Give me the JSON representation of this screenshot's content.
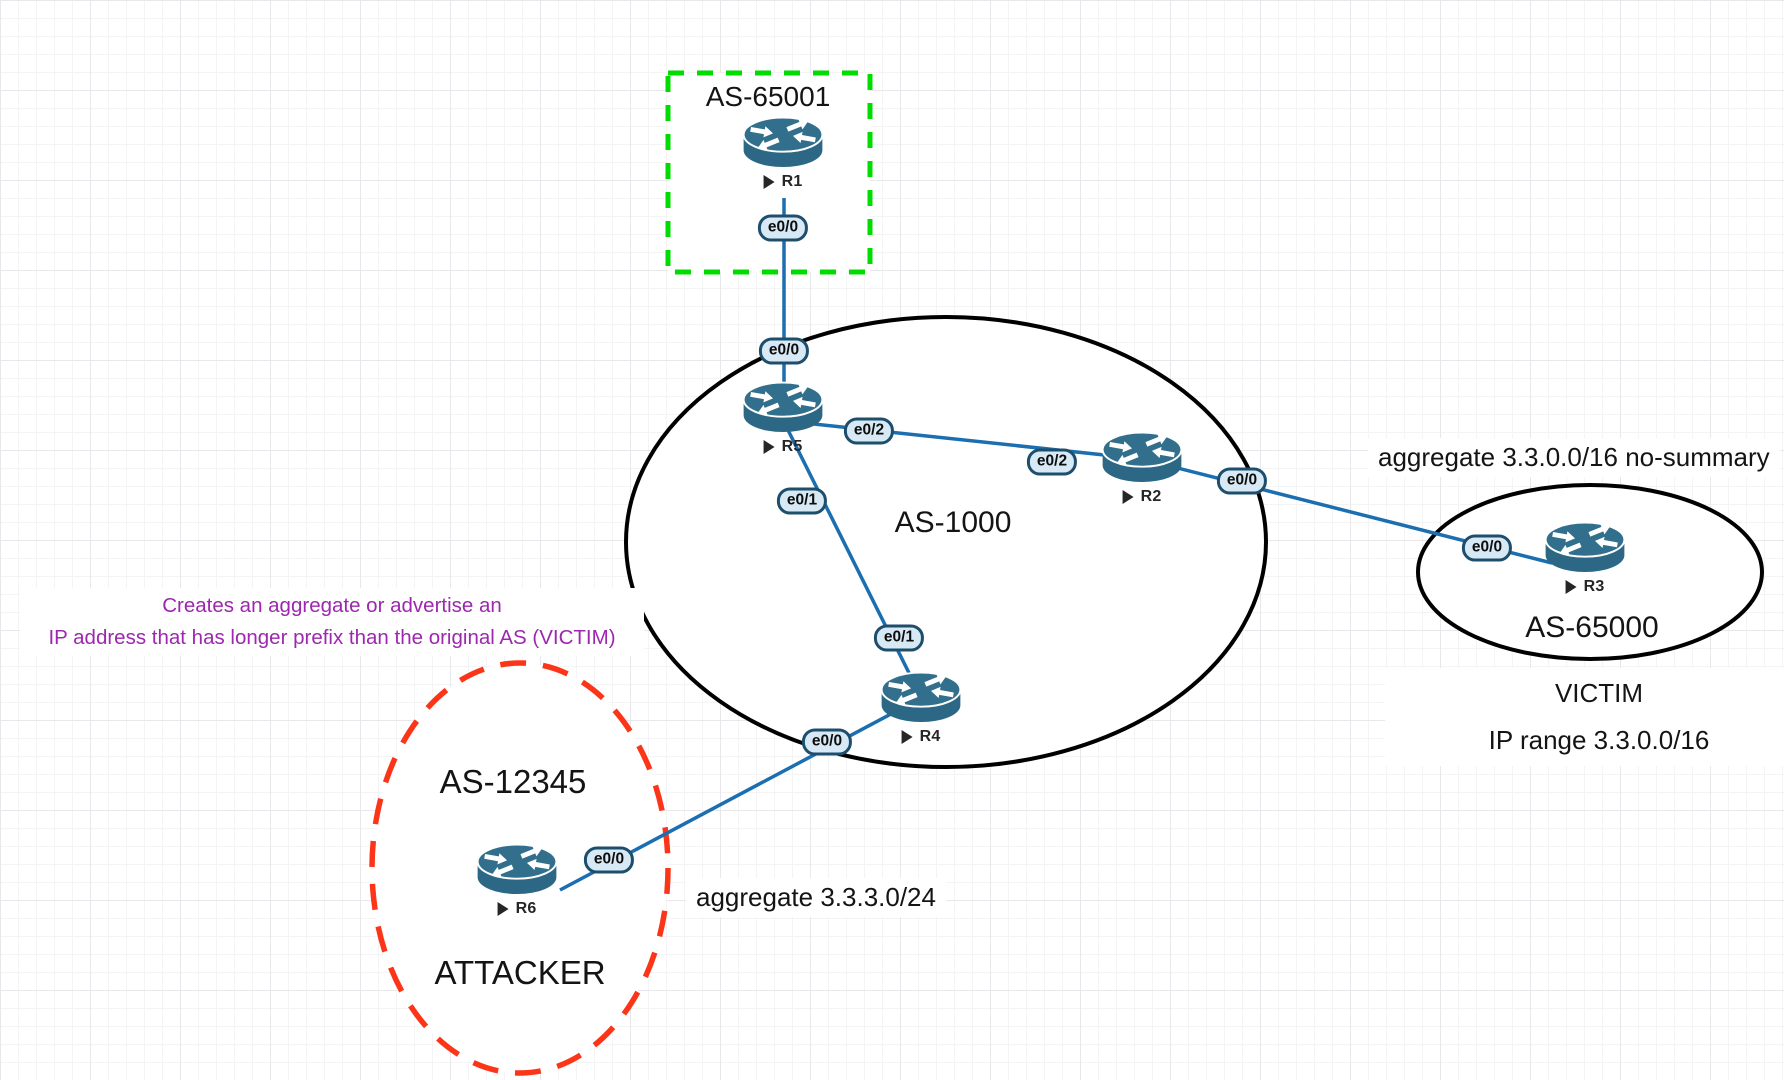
{
  "colors": {
    "link_blue": "#1b6eb0",
    "router_teal": "#2d6b8a",
    "as_boundary_black": "#000000",
    "external_as_green": "#00db00",
    "attacker_red": "#fc3519",
    "note_purple": "#9d27af",
    "interface_badge_fill": "#d8e9f6",
    "interface_badge_border": "#1d4e6b"
  },
  "as_groups": {
    "as65001": {
      "label": "AS-65001"
    },
    "as1000": {
      "label": "AS-1000"
    },
    "as65000": {
      "label": "AS-65000"
    },
    "as12345": {
      "label": "AS-12345"
    }
  },
  "routers": {
    "r1": {
      "label": "R1"
    },
    "r2": {
      "label": "R2"
    },
    "r3": {
      "label": "R3"
    },
    "r4": {
      "label": "R4"
    },
    "r5": {
      "label": "R5"
    },
    "r6": {
      "label": "R6"
    }
  },
  "interfaces": {
    "r1_e0_0": "e0/0",
    "as1000_edge_r5_e0_0": "e0/0",
    "r5_e0_2": "e0/2",
    "r2_e0_2": "e0/2",
    "as1000_edge_r2_e0_0": "e0/0",
    "r5_e0_1": "e0/1",
    "r4_e0_1": "e0/1",
    "as1000_edge_r4_e0_0": "e0/0",
    "r6_e0_0": "e0/0",
    "r3_e0_0": "e0/0"
  },
  "annotations": {
    "attack_note_line1": "Creates an aggregate or advertise an",
    "attack_note_line2": "IP address that has longer prefix than the original AS (VICTIM)",
    "victim_aggregate": "aggregate 3.3.0.0/16 no-summary",
    "attacker_aggregate": "aggregate 3.3.3.0/24",
    "victim_title": "VICTIM",
    "victim_subtitle": "IP range 3.3.0.0/16",
    "attacker_title": "ATTACKER"
  }
}
